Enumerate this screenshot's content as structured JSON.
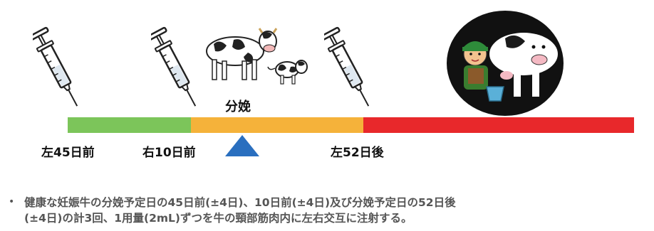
{
  "timeline": {
    "segments": [
      {
        "name": "pre-45",
        "color": "#7cc55a"
      },
      {
        "name": "pre-10",
        "color": "#f5b23a"
      },
      {
        "name": "post-52",
        "color": "#e8282b"
      }
    ],
    "calving_label": "分娩",
    "marker_color": "#2a6fbf"
  },
  "labels": {
    "left45": "左45日前",
    "right10": "右10日前",
    "left52": "左52日後"
  },
  "icons": [
    "syringe-icon",
    "syringe-icon",
    "syringe-icon",
    "cow-and-calf-icon",
    "farmer-milking-cow-icon"
  ],
  "note": {
    "bullet": "•",
    "line1": "健康な妊娠牛の分娩予定日の45日前(±4日)、10日前(±4日)及び分娩予定日の52日後",
    "line2": "(±4日)の計3回、1用量(2mL)ずつを牛の頸部筋肉内に左右交互に注射する。"
  }
}
